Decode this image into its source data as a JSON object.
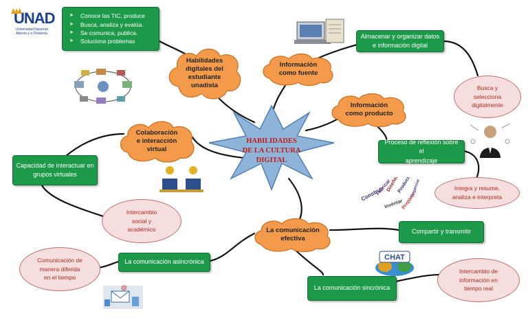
{
  "logo": {
    "name": "UNAD",
    "sub1": "Universidad Nacional",
    "sub2": "Abierta y a Distancia"
  },
  "center": {
    "line1": "HABILIDADES",
    "line2": "DE LA CULTURA",
    "line3": "DIGITAL"
  },
  "clouds": {
    "habilidades": {
      "line1": "Habilidades",
      "line2": "digitales del",
      "line3": "estudiante",
      "line4": "unadista"
    },
    "fuente": {
      "line1": "Información",
      "line2": "como fuente"
    },
    "producto": {
      "line1": "Información",
      "line2": "como producto"
    },
    "colaboracion": {
      "line1": "Colaboración",
      "line2": "e interacción",
      "line3": "virtual"
    },
    "comunicacion": {
      "line1": "La comunicación",
      "line2": "efectiva"
    }
  },
  "boxes": {
    "habilidades_list": [
      "Conoce las TIC, produce",
      "Busca, analiza y evalúa.",
      "Se comunica, publica.",
      "Soluciona problemas"
    ],
    "almacenar": {
      "line1": "Almacenar y organizar datos",
      "line2": "e información digital"
    },
    "reflexion": {
      "line1": "Proceso de reflexión sobre el",
      "line2": "aprendizaje"
    },
    "interactuar": {
      "line1": "Capacidad de interactuar en",
      "line2": "grupos virtuales"
    },
    "compartir": "Compartir y transmitir",
    "asincronica": "La comunicación  asincrónica",
    "sincronica": "La comunicación  sincrónica"
  },
  "ovals": {
    "busca": {
      "line1": "Busca y",
      "line2": "selecciona",
      "line3": "digitalmente"
    },
    "integra": {
      "line1": "Integra y resume,",
      "line2": "analiza e  interpreta"
    },
    "intercambio_social": {
      "line1": "Intercambio",
      "line2": "social y",
      "line3": "académico"
    },
    "comunicacion_diferida": {
      "line1": "Comunicación de",
      "line2": "manera diferida",
      "line3": "en el tiempo"
    },
    "intercambio_real": {
      "line1": "Intercambio de",
      "line2": "información en",
      "line3": "tiempo real"
    }
  },
  "word_cloud": [
    "Construir",
    "Fabricar",
    "Diseñar",
    "Producir",
    "Inventar",
    "Preparar",
    "Organizar"
  ],
  "chat_label": "CHAT",
  "colors": {
    "green": "#1c9a4a",
    "cloud": "#f39b4a",
    "star": "#8fb4d9",
    "oval": "#f6dede",
    "center_text": "#c31a12",
    "line": "#111111"
  }
}
